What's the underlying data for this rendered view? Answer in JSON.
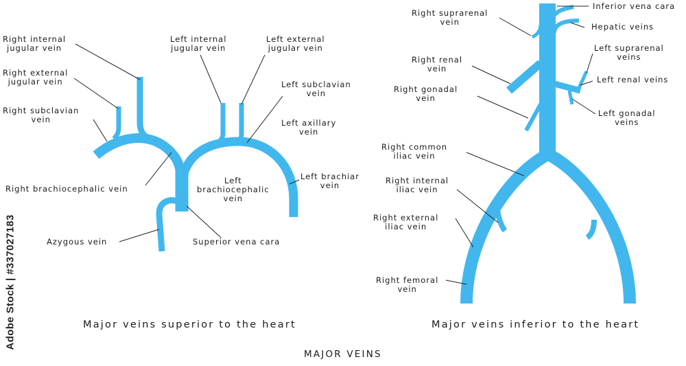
{
  "colors": {
    "vein": "#41b7ee",
    "vein_dark": "#2e9fdc",
    "leader": "#222222"
  },
  "labels": {
    "right_internal_jugular": "Right internal\njugular vein",
    "right_external_jugular": "Right external\njugular vein",
    "right_subclavian": "Right subclavian\nvein",
    "left_internal_jugular": "Left internal\njugular vein",
    "left_external_jugular": "Left external\njugular vein",
    "left_subclavian": "Left subclavian\nvein",
    "left_axillary": "Left axillary\nvein",
    "left_brachiar": "Left brachiar\nvein",
    "right_brachiocephalic": "Right brachiocephalic vein",
    "left_brachiocephalic": "Left\nbrachiocephalic\nvein",
    "azygous": "Azygous vein",
    "superior_vena_cara": "Superior vena cara",
    "inferior_vena_cara": "Inferior vena cara",
    "hepatic": "Hepatic veins",
    "right_suprarenal": "Right suprarenal\nvein",
    "left_suprarenal": "Left suprarenal\nveins",
    "right_renal": "Right renal\nvein",
    "left_renal": "Left renal veins",
    "right_gonadal": "Right gonadal\nvein",
    "left_gonadal": "Left gonadal\nveins",
    "right_common_iliac": "Right common\niliac vein",
    "right_internal_iliac": "Right internal\niliac vein",
    "right_external_iliac": "Right external\niliac vein",
    "right_femoral": "Right femoral\nvein"
  },
  "captions": {
    "superior": "Major veins superior to the heart",
    "inferior": "Major veins inferior to the heart",
    "main": "MAJOR VEINS"
  },
  "watermark": "Adobe Stock | #337027183"
}
